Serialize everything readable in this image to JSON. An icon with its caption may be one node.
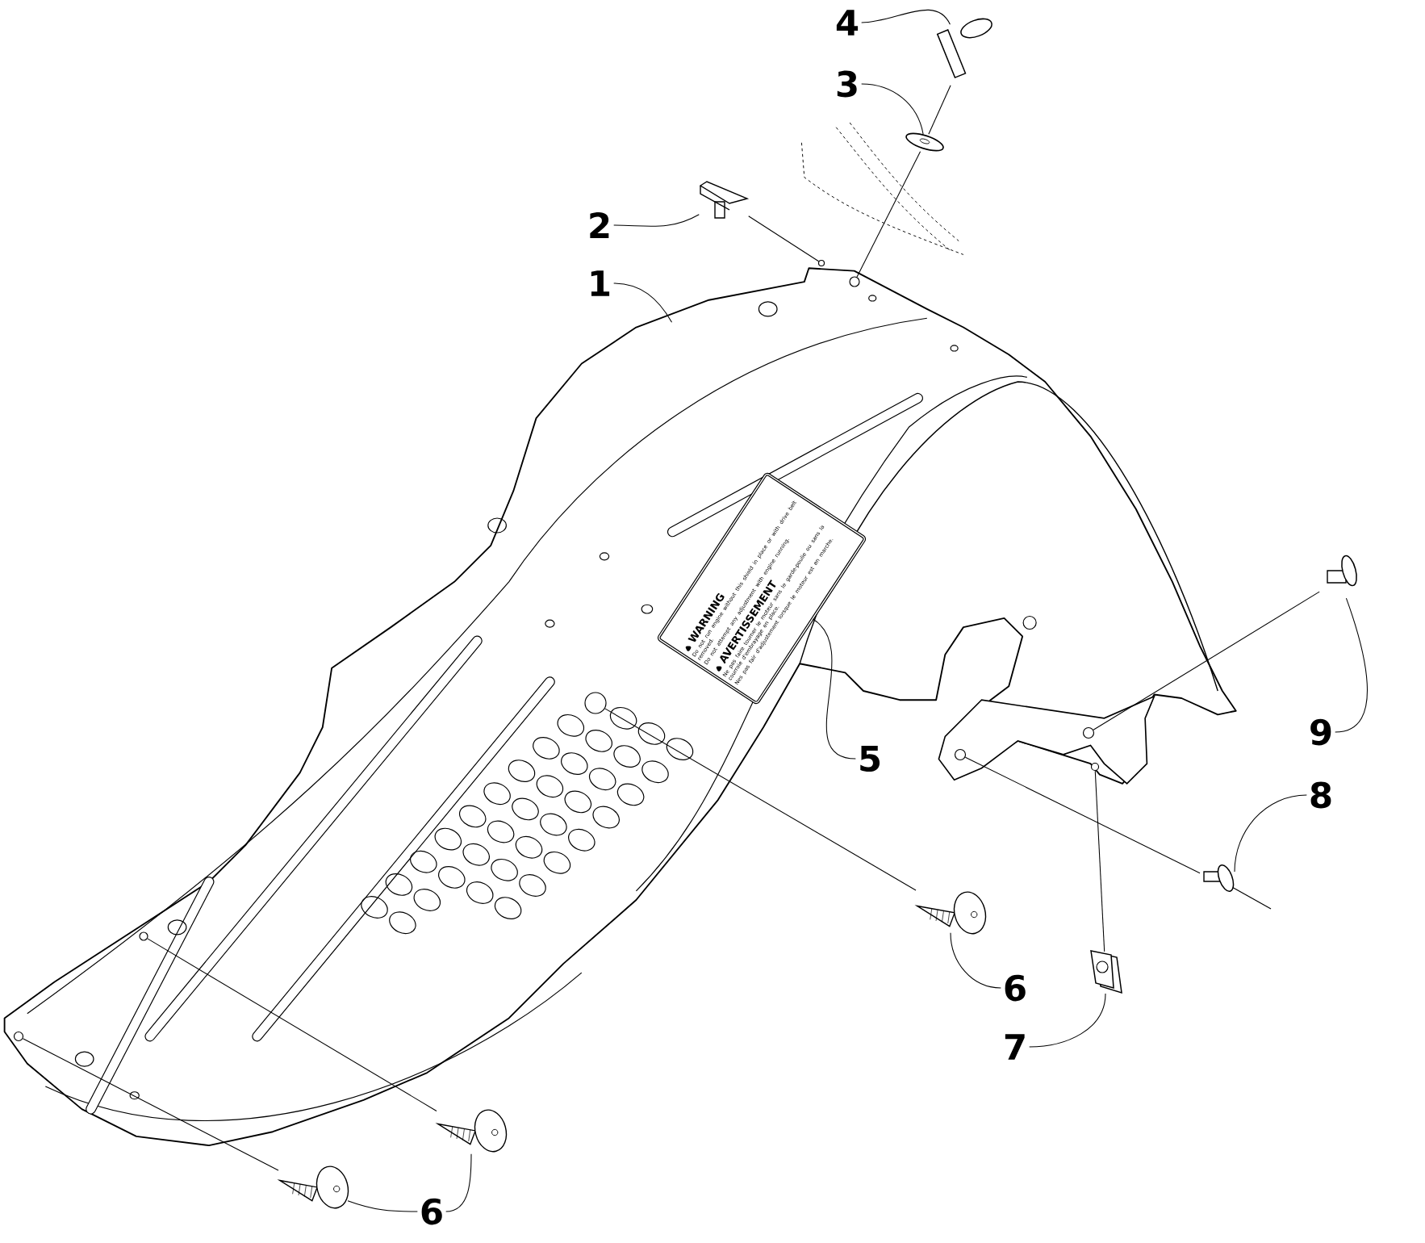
{
  "diagram": {
    "nodes": [
      {
        "text": [
          "1"
        ]
      },
      {
        "text": [],
        "shape": "picture"
      },
      {
        "text": [
          "2"
        ]
      },
      {
        "text": [],
        "shape": "picture"
      },
      {
        "text": [
          "3"
        ]
      },
      {
        "text": [],
        "shape": "picture"
      },
      {
        "text": [
          "4"
        ]
      },
      {
        "text": [],
        "shape": "picture"
      },
      {
        "text": [
          "5"
        ]
      },
      {
        "text": [
          "WARNING",
          "Do not run engine without this shield in place or with drive belt removed.",
          "Do not attempt any adjustment with engine running.",
          "AVERTISSEMENT",
          "Ne pas faire tourner le moteur sans le garde-poulie ou sans la courroie d'embrayage en place.",
          "Nes pas fair d'adjustement lorsque le moteur est en marche."
        ],
        "in": 1
      },
      {
        "text": [
          "6"
        ]
      },
      {
        "text": [],
        "shape": "picture"
      },
      {
        "text": [
          "7"
        ]
      },
      {
        "text": [],
        "shape": "picture"
      },
      {
        "text": [
          "8"
        ]
      },
      {
        "text": [],
        "shape": "picture"
      },
      {
        "text": [
          "9"
        ]
      },
      {
        "text": [],
        "shape": "picture"
      },
      {
        "text": [
          "6"
        ]
      },
      {
        "text": [],
        "shape": "picture"
      },
      {
        "text": [],
        "shape": "picture"
      },
      {
        "text": [],
        "shape": "circle",
        "in": 1
      },
      {
        "text": [],
        "shape": "circle",
        "in": 1
      },
      {
        "text": [],
        "shape": "circle",
        "in": 1
      },
      {
        "text": [],
        "shape": "circle",
        "in": 1
      },
      {
        "text": [],
        "shape": "circle",
        "in": 1
      },
      {
        "text": [],
        "shape": "circle",
        "in": 1
      },
      {
        "text": [],
        "shape": "circle",
        "in": 1
      },
      {
        "text": [],
        "shape": "circle",
        "in": 1
      }
    ],
    "edges": [
      {
        "from": 0,
        "to": 1,
        "arrow": "none"
      },
      {
        "from": 2,
        "to": 3,
        "arrow": "none"
      },
      {
        "from": 4,
        "to": 5,
        "arrow": "none"
      },
      {
        "from": 6,
        "to": 7,
        "arrow": "none"
      },
      {
        "from": 8,
        "to": 9,
        "arrow": "none"
      },
      {
        "from": 10,
        "to": 11,
        "arrow": "none"
      },
      {
        "from": 12,
        "to": 13,
        "arrow": "none"
      },
      {
        "from": 14,
        "to": 15,
        "arrow": "none"
      },
      {
        "from": 16,
        "to": 17,
        "arrow": "none"
      },
      {
        "from": 18,
        "to": 19,
        "arrow": "none"
      },
      {
        "from": 18,
        "to": 20,
        "arrow": "none"
      },
      {
        "from": 3,
        "to": 21,
        "arrow": "none"
      },
      {
        "from": 7,
        "to": 5,
        "arrow": "none"
      },
      {
        "from": 5,
        "to": 22,
        "arrow": "none"
      },
      {
        "from": 11,
        "to": 23,
        "arrow": "none"
      },
      {
        "from": 19,
        "to": 24,
        "arrow": "none"
      },
      {
        "from": 20,
        "to": 25,
        "arrow": "none"
      },
      {
        "from": 15,
        "to": 26,
        "arrow": "none"
      },
      {
        "from": 17,
        "to": 27,
        "arrow": "none"
      },
      {
        "from": 13,
        "to": 28,
        "arrow": "none"
      }
    ]
  }
}
